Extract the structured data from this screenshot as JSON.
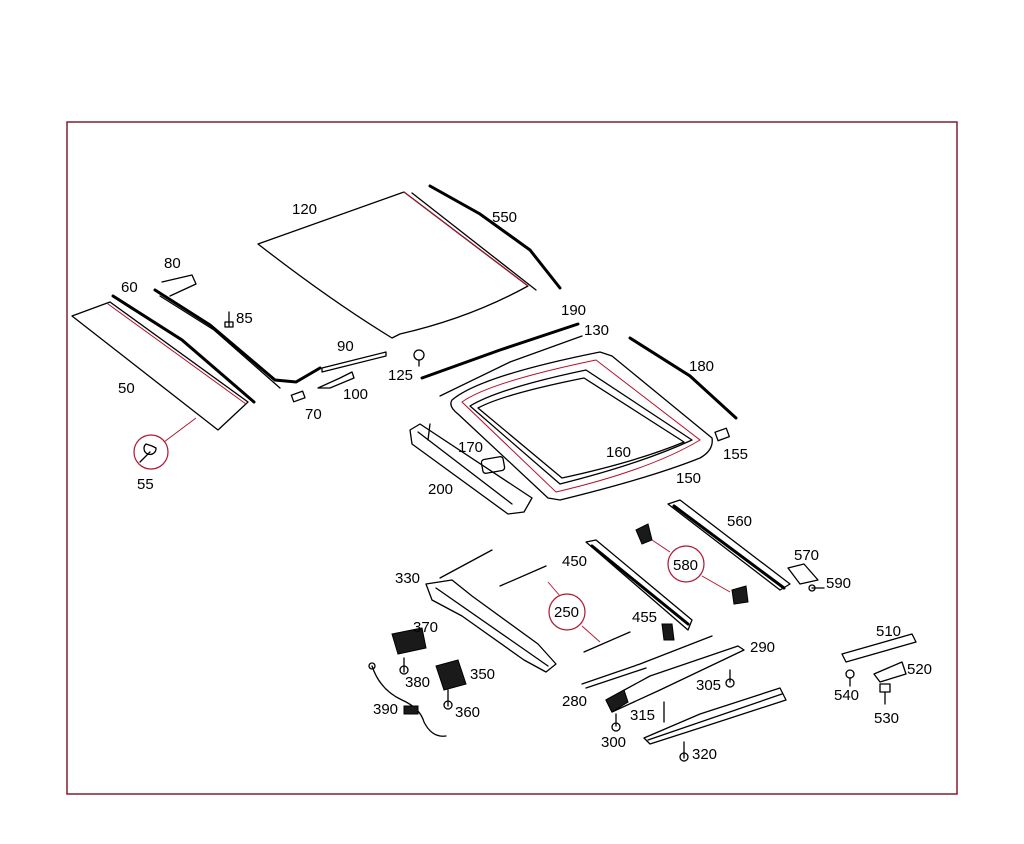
{
  "diagram": {
    "part_numbers": [
      "50",
      "55",
      "60",
      "70",
      "80",
      "85",
      "90",
      "100",
      "120",
      "125",
      "130",
      "150",
      "155",
      "160",
      "170",
      "180",
      "190",
      "200",
      "250",
      "280",
      "290",
      "300",
      "305",
      "315",
      "320",
      "330",
      "350",
      "360",
      "370",
      "380",
      "390",
      "450",
      "455",
      "510",
      "520",
      "530",
      "540",
      "550",
      "560",
      "570",
      "580",
      "590"
    ],
    "circled_numbers": [
      "250",
      "580"
    ],
    "tool_icon": "wrench-icon",
    "colors": {
      "frame": "#7a1020",
      "leader": "#b0142c",
      "line": "#000000"
    }
  }
}
